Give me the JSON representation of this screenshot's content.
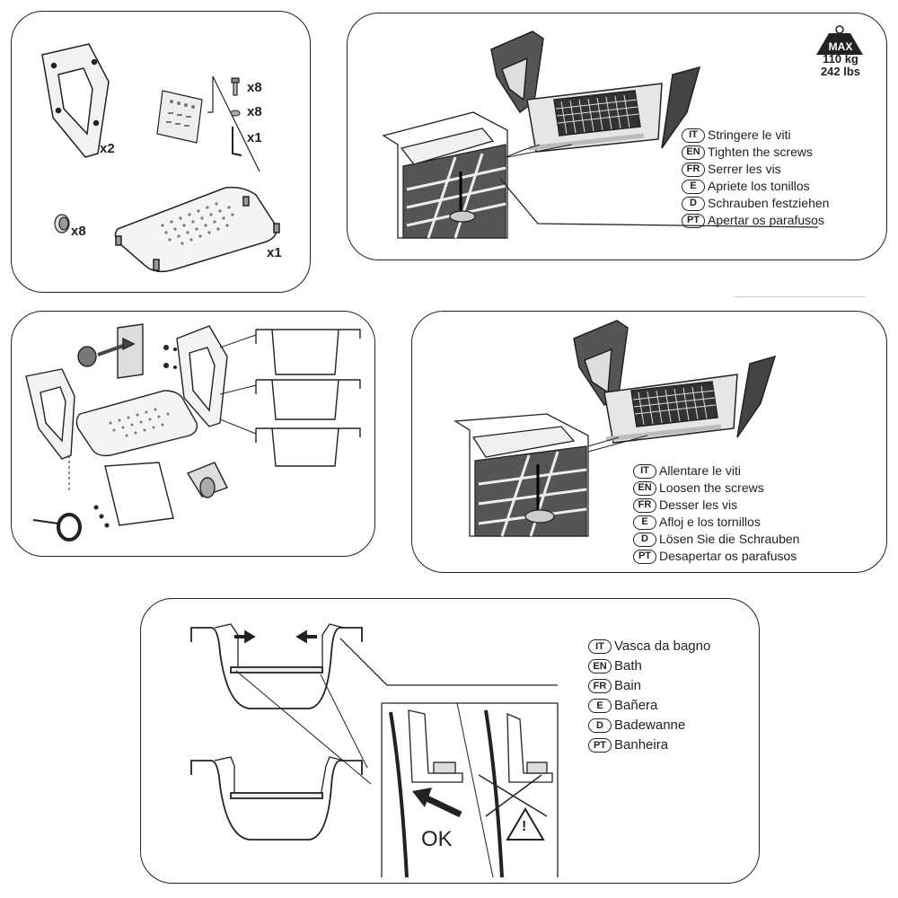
{
  "parts": {
    "backrest_qty": "x2",
    "screw_qty": "x8",
    "washer_qty": "x8",
    "key_qty": "x1",
    "cap_qty": "x8",
    "seat_qty": "x1"
  },
  "weight_limit": {
    "label": "MAX",
    "kg": "110 kg",
    "lbs": "242 lbs"
  },
  "tighten": {
    "IT": {
      "code": "IT",
      "text": "Stringere le viti"
    },
    "EN": {
      "code": "EN",
      "text": "Tighten the screws"
    },
    "FR": {
      "code": "FR",
      "text": "Serrer les vis"
    },
    "E": {
      "code": "E",
      "text": "Apriete los tonillos"
    },
    "D": {
      "code": "D",
      "text": "Schrauben festziehen"
    },
    "PT": {
      "code": "PT",
      "text": "Apertar os parafusos"
    }
  },
  "loosen": {
    "IT": {
      "code": "IT",
      "text": "Allentare le viti"
    },
    "EN": {
      "code": "EN",
      "text": "Loosen the screws"
    },
    "FR": {
      "code": "FR",
      "text": "Desser les vis"
    },
    "E": {
      "code": "E",
      "text": "Afloj e los tornillos"
    },
    "D": {
      "code": "D",
      "text": "Lösen Sie die Schrauben"
    },
    "PT": {
      "code": "PT",
      "text": "Desapertar os parafusos"
    }
  },
  "bath": {
    "IT": {
      "code": "IT",
      "text": "Vasca da bagno"
    },
    "EN": {
      "code": "EN",
      "text": "Bath"
    },
    "FR": {
      "code": "FR",
      "text": "Bain"
    },
    "E": {
      "code": "E",
      "text": "Bañera"
    },
    "D": {
      "code": "D",
      "text": "Badewanne"
    },
    "PT": {
      "code": "PT",
      "text": "Banheira"
    }
  },
  "ok_label": "OK",
  "warning_symbol": "!"
}
